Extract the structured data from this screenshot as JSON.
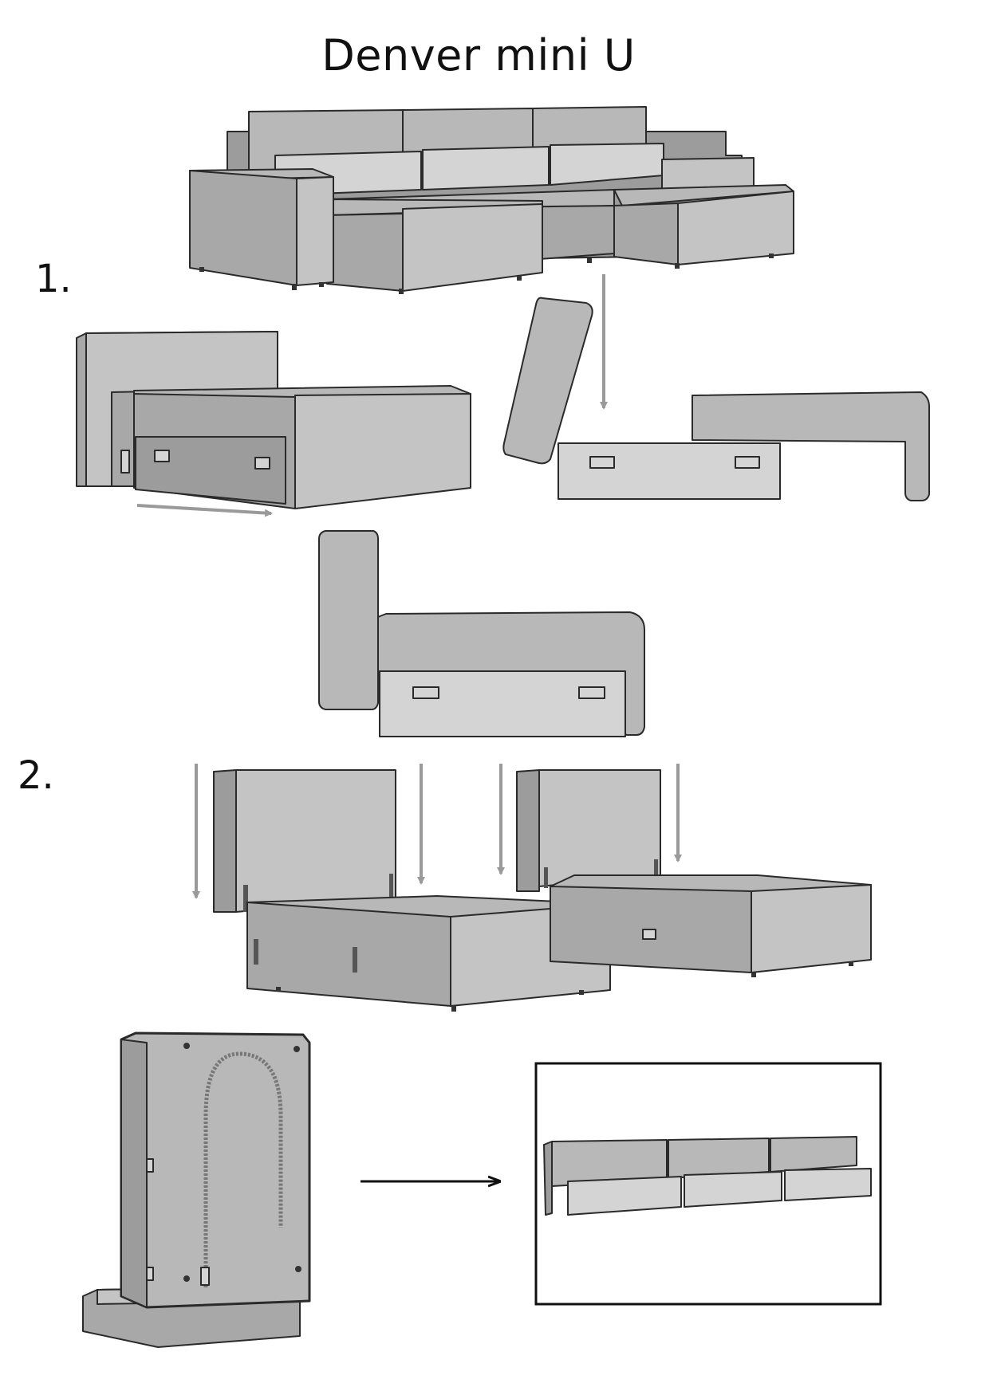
{
  "document": {
    "title": "Denver mini U",
    "steps": [
      "1.",
      "2."
    ]
  },
  "colors": {
    "upholstery": "#b8b8b8",
    "outline": "#2a2a2a",
    "guide_arrow": "#9a9a9a",
    "result_arrow": "#111111"
  },
  "icons": [
    "down-arrow-icon",
    "right-arrow-icon",
    "handle-icon",
    "zipper-icon"
  ]
}
